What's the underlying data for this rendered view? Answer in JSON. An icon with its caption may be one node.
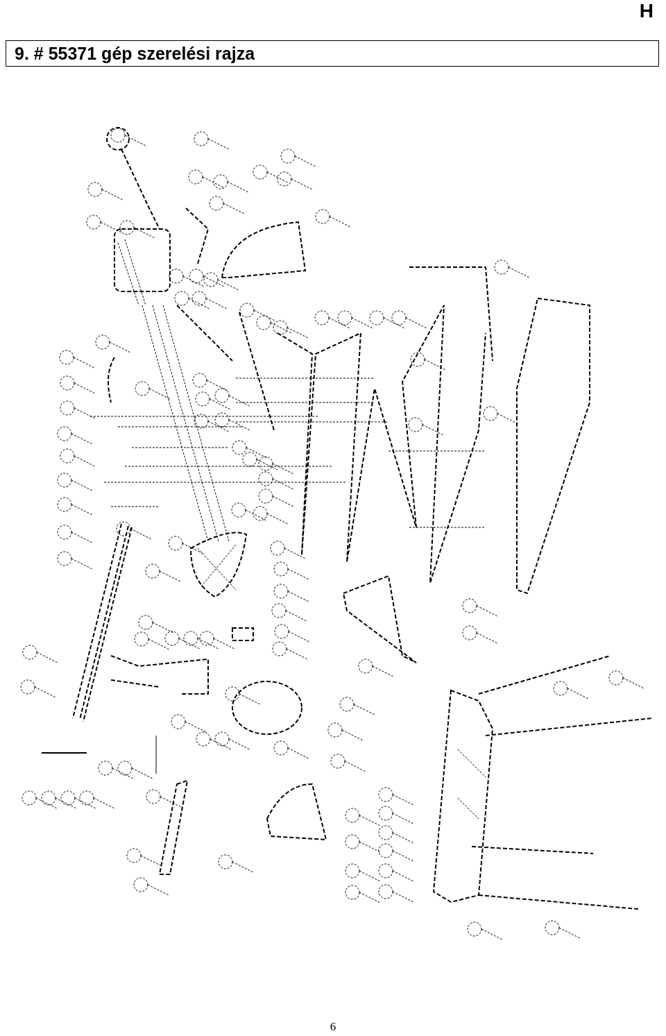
{
  "diagram": {
    "title": "9. # 55371 gép szerelési rajza",
    "labels": [
      "H",
      "6"
    ]
  }
}
